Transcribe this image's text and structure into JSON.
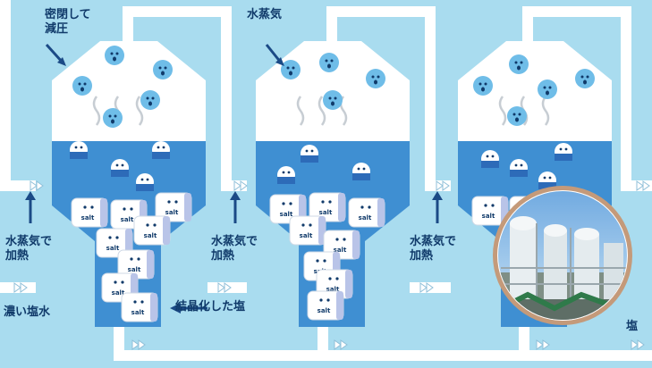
{
  "labels": {
    "seal": "密閉して\n減圧",
    "vapor": "水蒸気",
    "heat": "水蒸気で\n加熱",
    "brine": "濃い塩水",
    "crystal": "結晶化した塩",
    "salt_out": "塩"
  },
  "salt_text": "salt",
  "colors": {
    "background": "#a9dcef",
    "pipe": "#ffffff",
    "brine_liquid": "#3f8fd2",
    "vessel_top": "#ffffff",
    "label_text": "#103a6a",
    "arrow": "#1b4a86",
    "vapor_bubble": "#6fbde8",
    "photo_ring": "#c49a7a"
  },
  "icons": [
    "steam-face-icon",
    "salt-cube-icon",
    "ion-face-icon",
    "flow-chevron-icon",
    "plant-photo"
  ]
}
